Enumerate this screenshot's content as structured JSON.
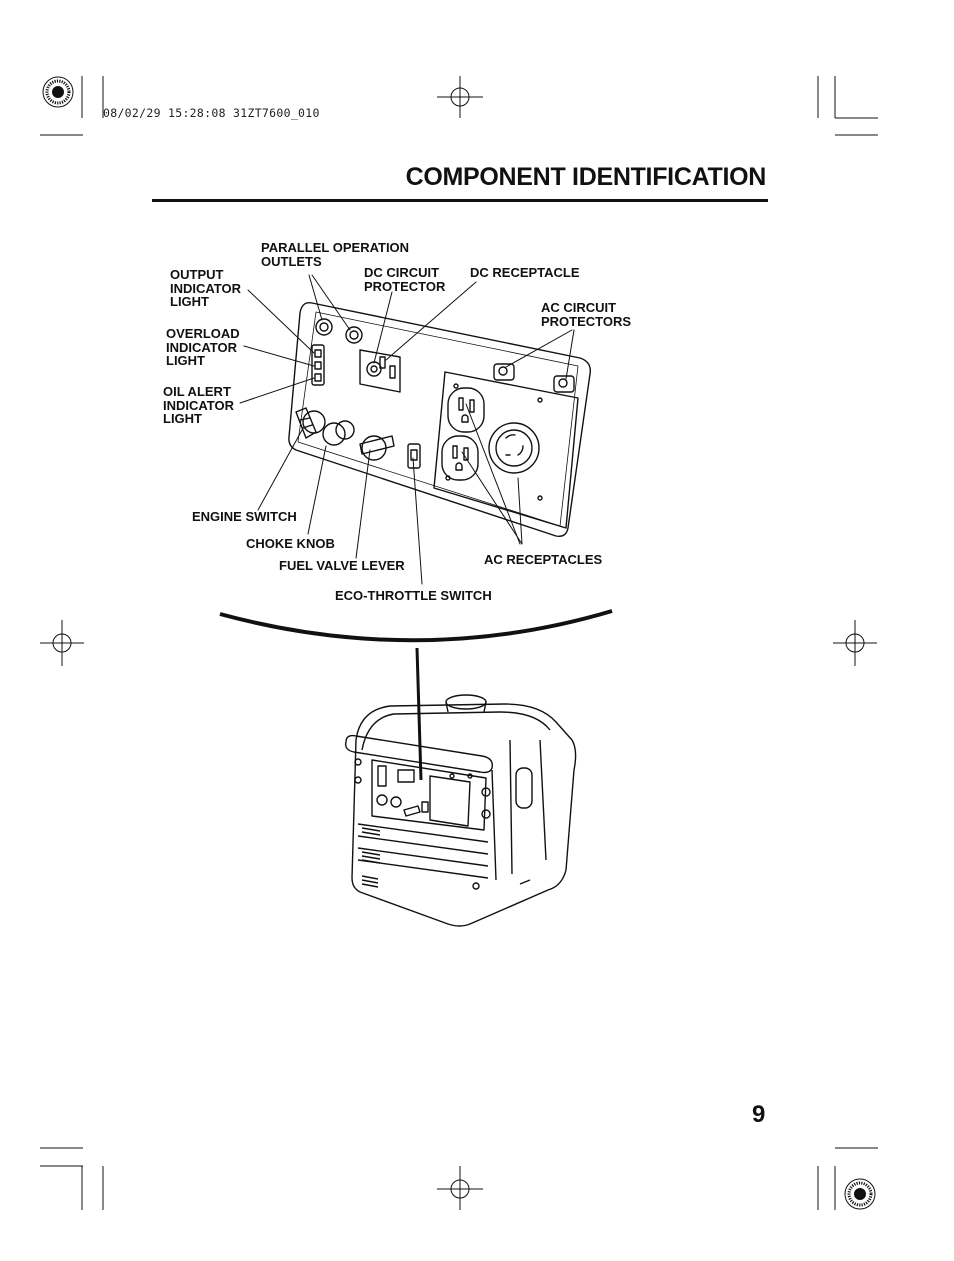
{
  "header": {
    "print_stamp": "08/02/29 15:28:08 31ZT7600_010",
    "title": "COMPONENT IDENTIFICATION"
  },
  "footer": {
    "page_number": "9"
  },
  "callouts": {
    "parallel_operation_outlets": "PARALLEL OPERATION\nOUTLETS",
    "output_indicator_light": "OUTPUT\nINDICATOR\nLIGHT",
    "dc_circuit_protector": "DC CIRCUIT\nPROTECTOR",
    "dc_receptacle": "DC RECEPTACLE",
    "ac_circuit_protectors": "AC CIRCUIT\nPROTECTORS",
    "overload_indicator_light": "OVERLOAD\nINDICATOR\nLIGHT",
    "oil_alert_indicator_light": "OIL ALERT\nINDICATOR\nLIGHT",
    "engine_switch": "ENGINE SWITCH",
    "choke_knob": "CHOKE KNOB",
    "fuel_valve_lever": "FUEL VALVE LEVER",
    "eco_throttle_switch": "ECO-THROTTLE SWITCH",
    "ac_receptacles": "AC RECEPTACLES"
  }
}
